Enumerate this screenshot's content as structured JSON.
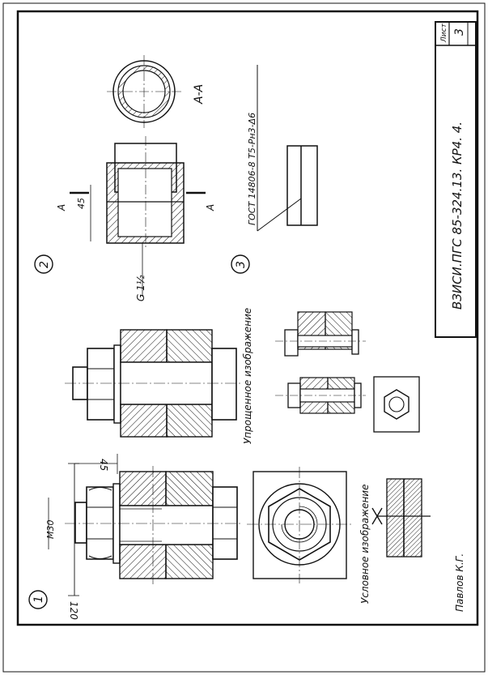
{
  "sheet": {
    "title_block_code": "ВЗИСИ.ПГС 85-324.13. КР4. 4.",
    "sheet_label": "Лист",
    "sheet_number": "3",
    "author": "Павлов К.Г."
  },
  "markers": {
    "one": "1",
    "two": "2",
    "three": "3"
  },
  "dimensions": {
    "m30": "М30",
    "d45_bolt": "45",
    "d120": "120",
    "d45_pipe": "45",
    "thread": "G 1½"
  },
  "labels": {
    "section": "А-А",
    "section_mark_top": "А",
    "section_mark_bottom": "А",
    "simplified": "Упрощенное изображение",
    "conventional": "Условное изображение",
    "standard": "ГОСТ 14806-8 Т5-Рн3-Δ6"
  },
  "colors": {
    "ink": "#111111",
    "paper": "#ffffff"
  }
}
